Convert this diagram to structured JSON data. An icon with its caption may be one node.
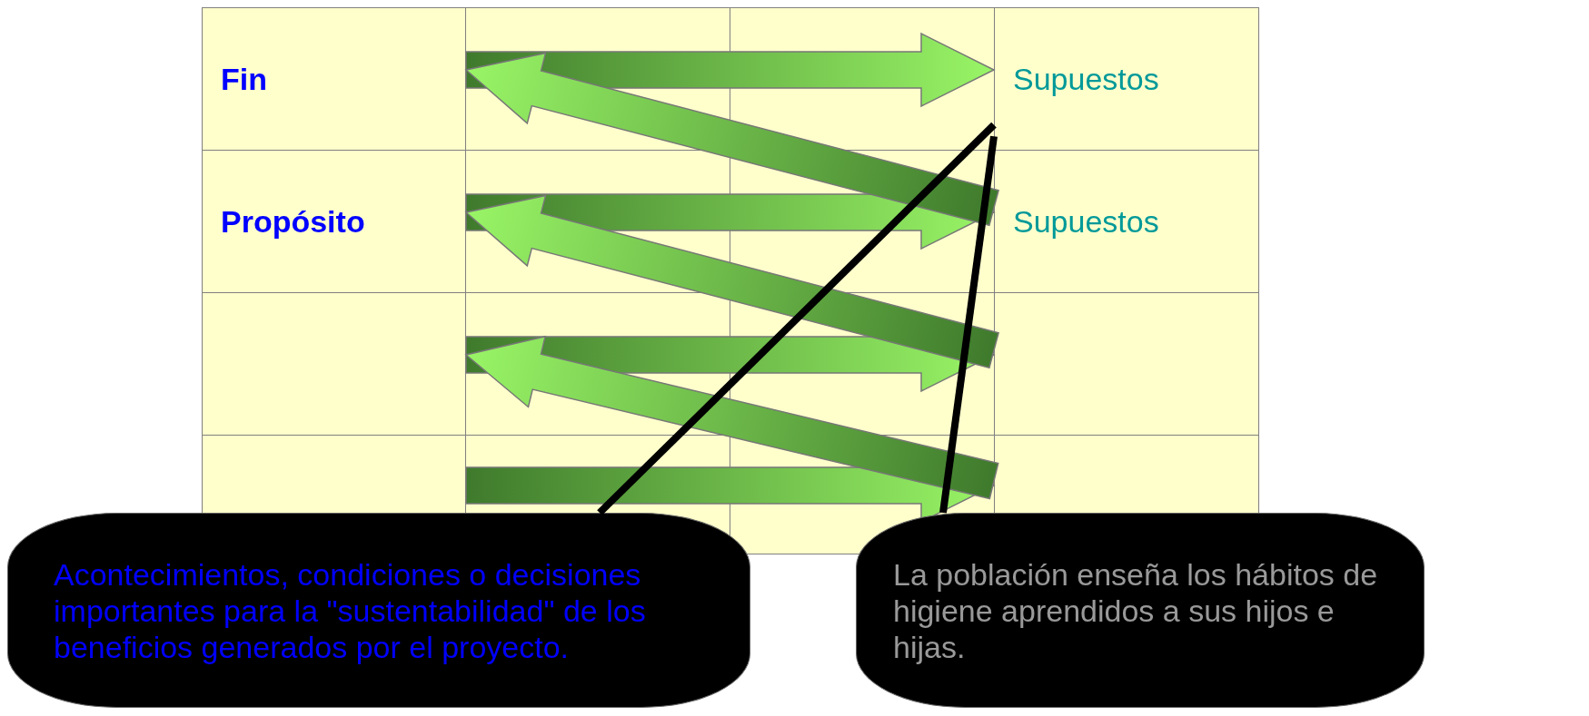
{
  "diagram": {
    "nodes": [
      {
        "text": [
          "Fin"
        ]
      },
      {
        "text": [
          "Supuestos"
        ]
      },
      {
        "text": [
          "Propósito"
        ]
      },
      {
        "text": [
          "Supuestos"
        ]
      },
      {
        "text": [],
        "shape": "box"
      },
      {
        "text": [],
        "shape": "box"
      },
      {
        "text": [],
        "shape": "box"
      },
      {
        "text": [],
        "shape": "box"
      },
      {
        "text": [
          "Acontecimientos, condiciones o decisiones importantes para la \"sustentabilidad\" de los beneficios generados por el proyecto."
        ]
      },
      {
        "text": [
          "La población enseña los hábitos de higiene aprendidos a sus hijos e hijas."
        ]
      }
    ],
    "edges": [
      {
        "from": 0,
        "to": 1,
        "arrow": "to"
      },
      {
        "from": 2,
        "to": 3,
        "arrow": "to"
      },
      {
        "from": 4,
        "to": 5,
        "arrow": "to"
      },
      {
        "from": 6,
        "to": 7,
        "arrow": "to"
      },
      {
        "from": 3,
        "to": 0,
        "arrow": "to"
      },
      {
        "from": 5,
        "to": 2,
        "arrow": "to"
      },
      {
        "from": 7,
        "to": 4,
        "arrow": "to"
      },
      {
        "from": 8,
        "to": 1,
        "arrow": "none"
      },
      {
        "from": 9,
        "to": 1,
        "arrow": "none"
      }
    ]
  }
}
